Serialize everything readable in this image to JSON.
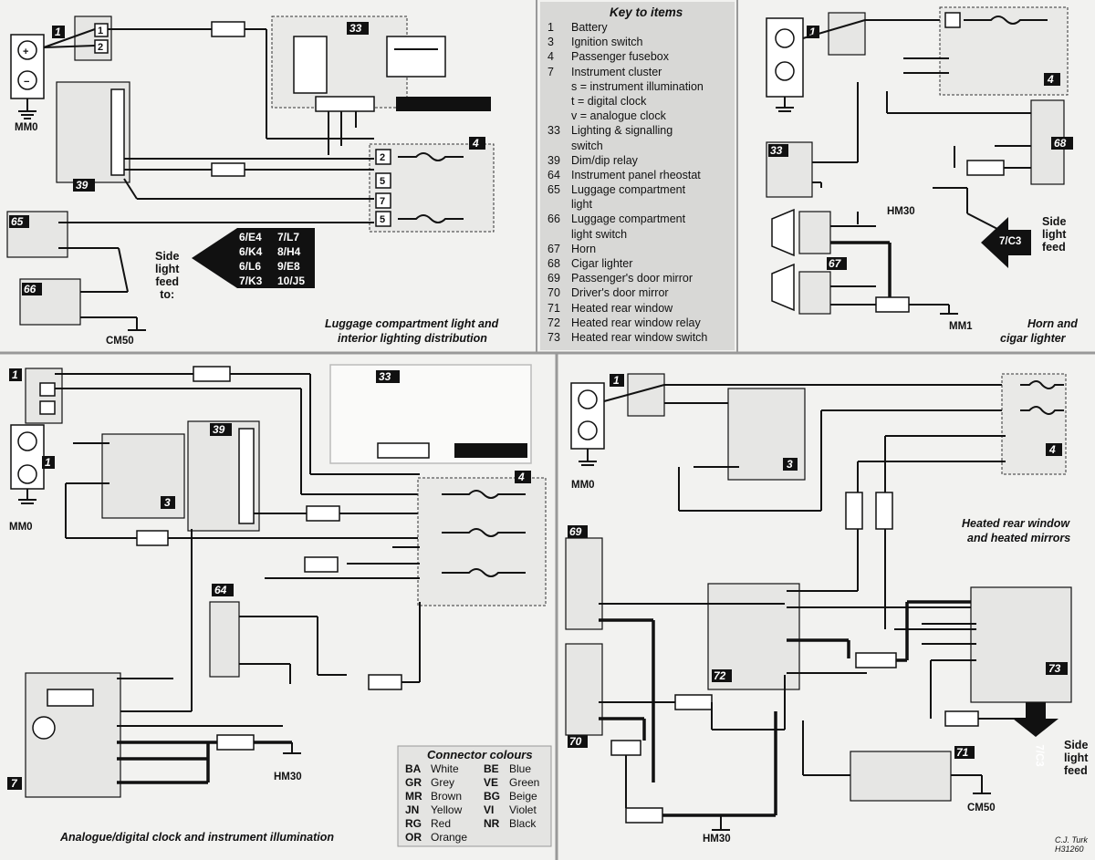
{
  "key": {
    "title": "Key to items",
    "items": [
      {
        "num": "1",
        "text": "Battery"
      },
      {
        "num": "3",
        "text": "Ignition switch"
      },
      {
        "num": "4",
        "text": "Passenger fusebox"
      },
      {
        "num": "7",
        "text": "Instrument cluster"
      },
      {
        "num": "",
        "text": "s = instrument illumination"
      },
      {
        "num": "",
        "text": "t = digital clock"
      },
      {
        "num": "",
        "text": "v = analogue clock"
      },
      {
        "num": "33",
        "text": "Lighting & signalling"
      },
      {
        "num": "",
        "text": "switch"
      },
      {
        "num": "39",
        "text": "Dim/dip relay"
      },
      {
        "num": "64",
        "text": "Instrument panel rheostat"
      },
      {
        "num": "65",
        "text": "Luggage compartment"
      },
      {
        "num": "",
        "text": "light"
      },
      {
        "num": "66",
        "text": "Luggage compartment"
      },
      {
        "num": "",
        "text": "light switch"
      },
      {
        "num": "67",
        "text": "Horn"
      },
      {
        "num": "68",
        "text": "Cigar lighter"
      },
      {
        "num": "69",
        "text": "Passenger's door mirror"
      },
      {
        "num": "70",
        "text": "Driver's door mirror"
      },
      {
        "num": "71",
        "text": "Heated rear window"
      },
      {
        "num": "72",
        "text": "Heated rear window relay"
      },
      {
        "num": "73",
        "text": "Heated rear window switch"
      }
    ]
  },
  "connector_colours": {
    "title": "Connector colours",
    "left": [
      [
        "BA",
        "White"
      ],
      [
        "GR",
        "Grey"
      ],
      [
        "MR",
        "Brown"
      ],
      [
        "JN",
        "Yellow"
      ],
      [
        "RG",
        "Red"
      ],
      [
        "OR",
        "Orange"
      ]
    ],
    "right": [
      [
        "BE",
        "Blue"
      ],
      [
        "VE",
        "Green"
      ],
      [
        "BG",
        "Beige"
      ],
      [
        "VI",
        "Violet"
      ],
      [
        "NR",
        "Black"
      ]
    ]
  },
  "titles": {
    "luggage": [
      "Luggage compartment light and",
      "interior lighting distribution"
    ],
    "horn": [
      "Horn and",
      "cigar lighter"
    ],
    "heated": [
      "Heated rear window",
      "and heated mirrors"
    ],
    "clock": "Analogue/digital clock and instrument illumination"
  },
  "side_light_feed": {
    "label": [
      "Side",
      "light",
      "feed",
      "to:"
    ],
    "refs": [
      [
        "6/E4",
        "7/L7"
      ],
      [
        "6/K4",
        "8/H4"
      ],
      [
        "6/L6",
        "9/E8"
      ],
      [
        "7/K3",
        "10/J5"
      ]
    ],
    "short_label": [
      "Side",
      "light",
      "feed"
    ],
    "ref_7c3": "7/C3"
  },
  "signature": [
    "C.J. Turk",
    "H31260"
  ],
  "grounds": [
    "MM0",
    "CM50",
    "MM0",
    "HM30",
    "MM0",
    "HM30",
    "HM30",
    "CM50",
    "MM1"
  ]
}
